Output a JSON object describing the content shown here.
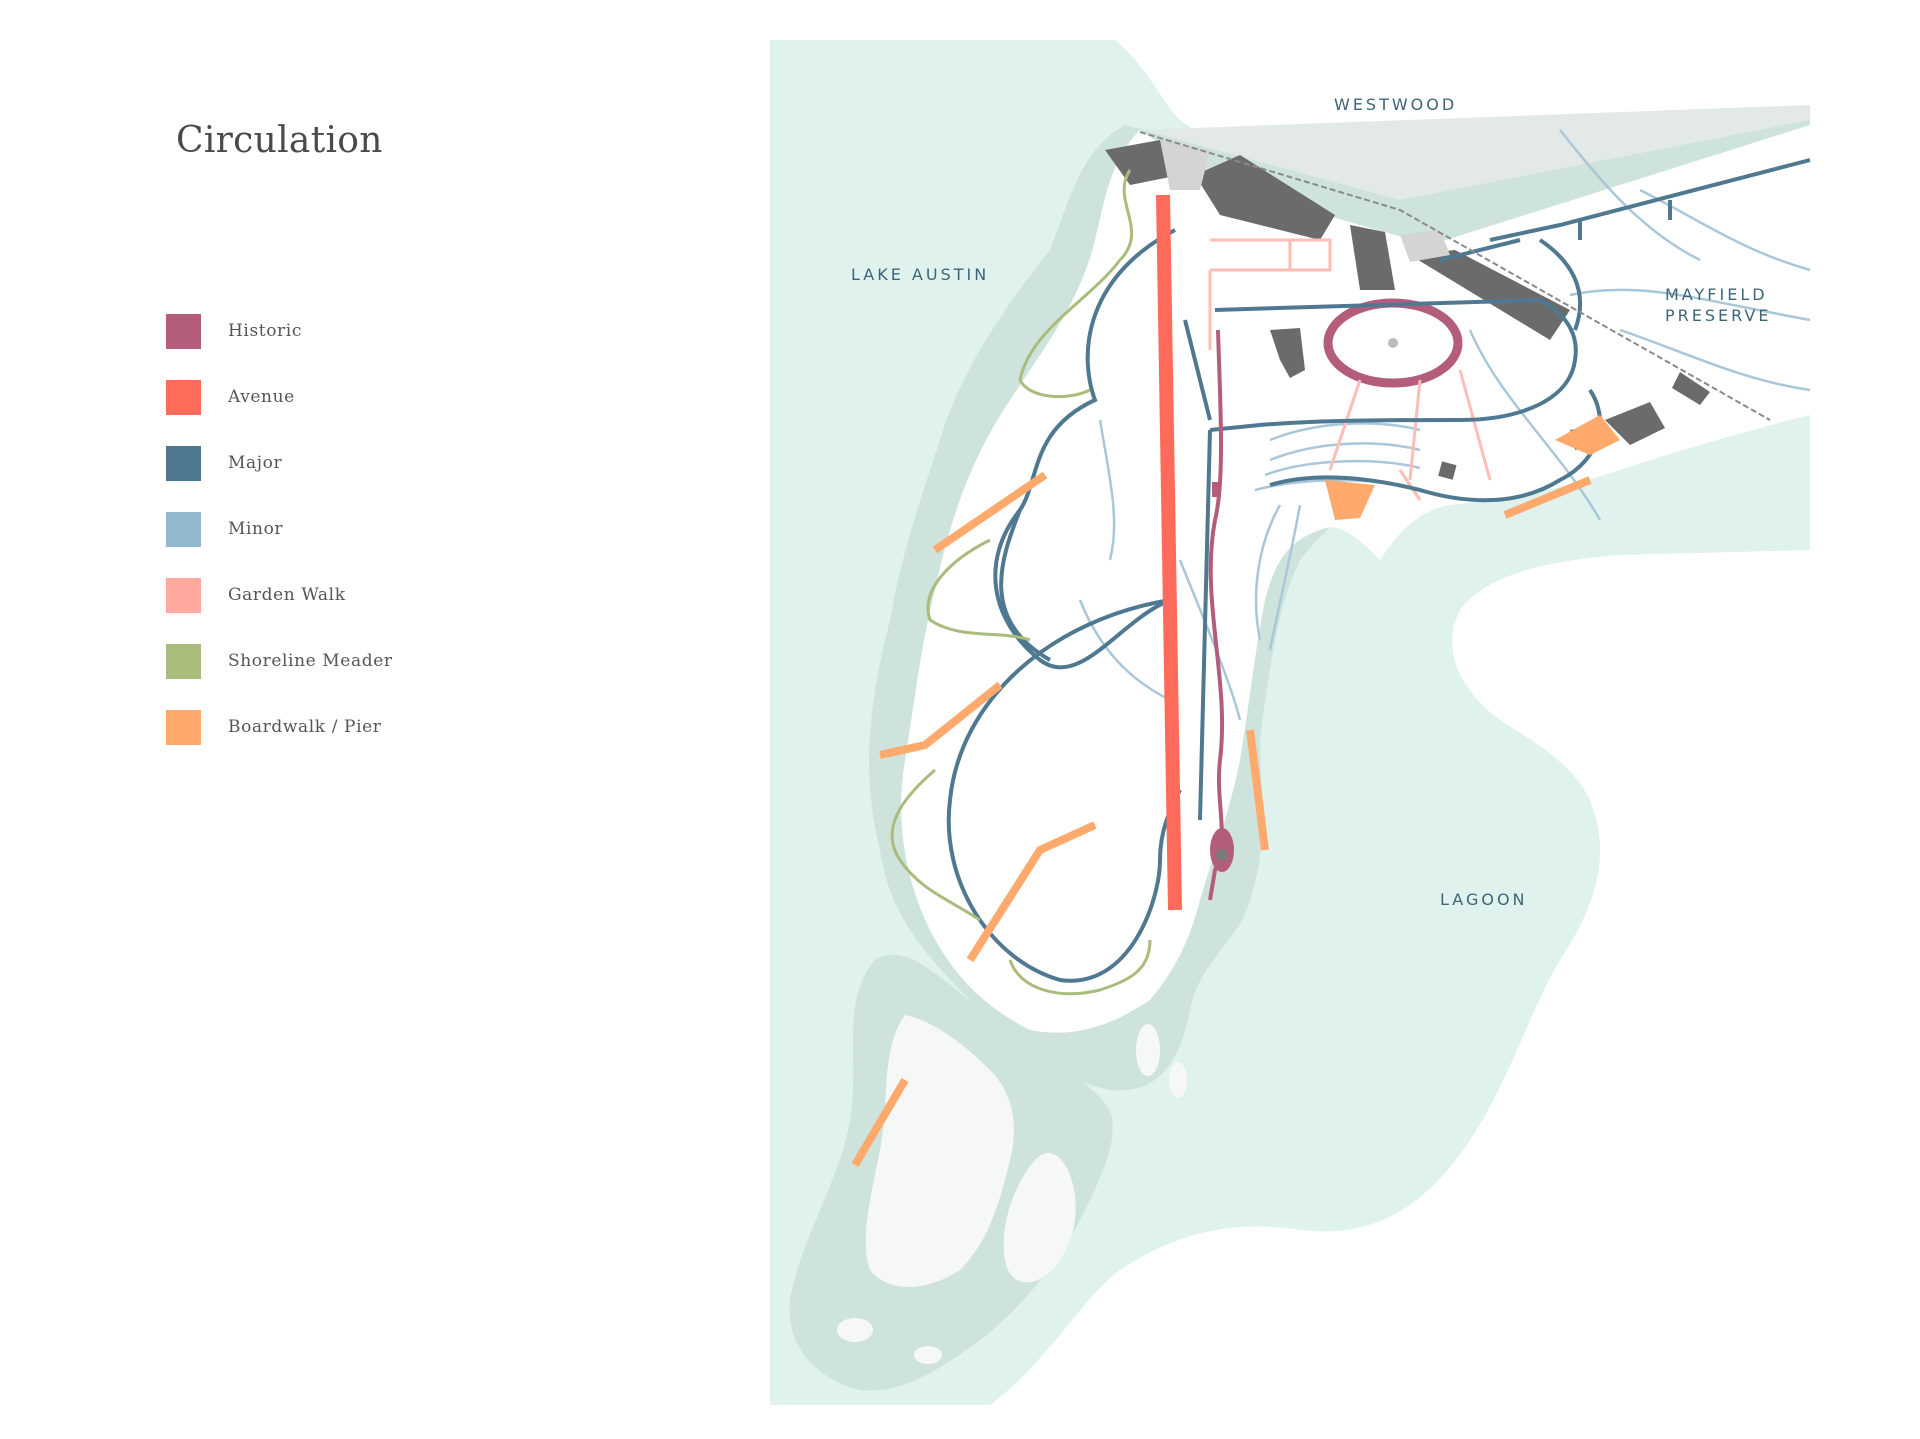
{
  "legend": {
    "title": "Circulation",
    "items": [
      {
        "label": "Historic",
        "color": "#b35c7b"
      },
      {
        "label": "Avenue",
        "color": "#ff6b5b"
      },
      {
        "label": "Major",
        "color": "#4f7891"
      },
      {
        "label": "Minor",
        "color": "#93b9cf"
      },
      {
        "label": "Garden Walk",
        "color": "#ffa89e"
      },
      {
        "label": "Shoreline Meader",
        "color": "#a9bc7c"
      },
      {
        "label": "Boardwalk / Pier",
        "color": "#ffa96c"
      }
    ]
  },
  "map": {
    "labels": {
      "westwood": "WESTWOOD",
      "lake_austin": "LAKE AUSTIN",
      "mayfield_1": "MAYFIELD",
      "mayfield_2": "PRESERVE",
      "lagoon": "LAGOON"
    },
    "colors": {
      "water": "#dff2ee",
      "land": "#ffffff",
      "vegetation": "#cfe3dd",
      "building": "#6b6b6b",
      "paving": "#d4d4d4"
    }
  }
}
